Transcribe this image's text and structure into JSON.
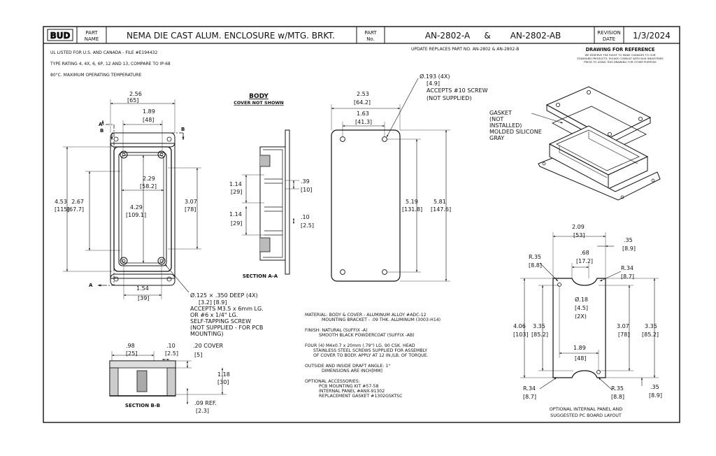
{
  "title_block": {
    "logo": "BUD",
    "part_name_label_1": "PART",
    "part_name_label_2": "NAME",
    "part_name": "NEMA DIE CAST ALUM. ENCLOSURE w/MTG. BRKT.",
    "part_no_label_1": "PART",
    "part_no_label_2": "No.",
    "part_no_a": "AN-2802-A",
    "part_no_amp": "&",
    "part_no_b": "AN-2802-AB",
    "revision_label_1": "REVISION",
    "revision_label_2": "DATE",
    "revision_date": "1/3/2024"
  },
  "notes_top": {
    "ul": "UL LISTED FOR U.S. AND CANADA - FILE #E194432",
    "type": "TYPE RATING 4, 4X, 6, 6P, 12 AND 13, COMPARE TO IP-68",
    "temp": "80°C. MAXIMUM OPERATING TEMPERATURE",
    "update": "UPDATE REPLACES PART NO. AN-2802 & AN-2802-B",
    "ref_title": "DRAWING FOR REFERENCE",
    "ref_1": "WE RESERVE THE RIGHT TO MAKE CHANGES TO OUR",
    "ref_2": "STANDARD PRODUCTS. PLEASE CONSULT WITH BUD INDUSTRIES",
    "ref_3": "PRIOR TO USING THIS DRAWING FOR OTHER PURPOSE"
  },
  "body_label": {
    "title": "BODY",
    "sub": "COVER NOT SHOWN"
  },
  "front_view": {
    "d_256": "2.56",
    "d_256m": "[65]",
    "d_189": "1.89",
    "d_189m": "[48]",
    "d_229": "2.29",
    "d_229m": "[58.2]",
    "d_429": "4.29",
    "d_429m": "[109.1]",
    "d_453": "4.53",
    "d_453m": "[115]",
    "d_267": "2.67",
    "d_267m": "[67.7]",
    "d_307": "3.07",
    "d_307m": "[78]",
    "d_154": "1.54",
    "d_154m": "[39]",
    "sec_a": "A",
    "sec_b": "B",
    "hole_1": "Ø.125 × .350 DEEP (4X)",
    "hole_2": "[3.2]      [8.9]",
    "hole_3": "ACCEPTS M3.5 x 6mm LG.",
    "hole_4": "OR #6 x 1/4\" LG.",
    "hole_5": "SELF-TAPPING SCREW",
    "hole_6": "(NOT SUPPLIED - FOR PCB",
    "hole_7": "MOUNTING)"
  },
  "section_aa": {
    "title": "SECTION A-A",
    "d_114a": "1.14",
    "d_114am": "[29]",
    "d_114b": "1.14",
    "d_114bm": "[29]",
    "d_39": ".39",
    "d_39m": "[10]",
    "d_10": ".10",
    "d_10m": "[2.5]"
  },
  "bracket_view": {
    "d_253": "2.53",
    "d_253m": "[64.2]",
    "d_163": "1.63",
    "d_163m": "[41.3]",
    "d_519": "5.19",
    "d_519m": "[131.8]",
    "d_581": "5.81",
    "d_581m": "[147.6]",
    "hole_1": "Ø.193 (4X)",
    "hole_2": "[4.9]",
    "hole_3": "ACCEPTS #10 SCREW",
    "hole_4": "(NOT SUPPLIED)"
  },
  "iso_view": {
    "gasket_1": "GASKET",
    "gasket_2": "(NOT",
    "gasket_3": "INSTALLED)",
    "gasket_4": "MOLDED SILICONE",
    "gasket_5": "GRAY"
  },
  "section_bb": {
    "title": "SECTION B-B",
    "d_98": ".98",
    "d_98m": "[25]",
    "d_10": ".10",
    "d_10m": "[2.5]",
    "d_20": ".20 COVER",
    "d_20m": "[5]",
    "d_118": "1.18",
    "d_118m": "[30]",
    "d_09": ".09  REF.",
    "d_09m": "[2.3]"
  },
  "notes_mid": {
    "mat_1": "MATERIAL: BODY & COVER - ALUMINUM ALLOY #ADC-12",
    "mat_2": "MOUNTING BRACKET - .09 THK. ALUMINUM (3003-H14)",
    "fin_1": "FINISH: NATURAL (SUFFIX -A)",
    "fin_2": "SMOOTH BLACK POWDERCOAT (SUFFIX -AB)",
    "four_1": "FOUR (4) M4x0.7 x 20mm (.79\") LG. 90 CSK. HEAD",
    "four_2": "STAINLESS STEEL SCREWS SUPPLIED FOR ASSEMBLY",
    "four_3": "OF COVER TO BODY. APPLY AT 12 IN./LB. OF TORQUE.",
    "draft_1": "OUTSIDE AND INSIDE DRAFT ANGLE: 1°",
    "draft_2": "DIMENSIONS ARE INCH[MM]",
    "opt_1": "OPTIONAL ACCESSORIES:",
    "opt_2": "PCB MOUNTING KIT #57-58",
    "opt_3": "INTERNAL PANEL #ANX-91302",
    "opt_4": "REPLACEMENT GASKET #1302GSKTSC"
  },
  "panel_view": {
    "d_209": "2.09",
    "d_209m": "[53]",
    "d_35t": ".35",
    "d_35tm": "[8.9]",
    "d_68": ".68",
    "d_68m": "[17.2]",
    "r35a": "R.35",
    "r35am": "[8.8]",
    "r34a": "R.34",
    "r34am": "[8.7]",
    "d_18": "Ø.18",
    "d_18m": "[4.5]",
    "d_18q": "(2X)",
    "d_406": "4.06",
    "d_406m": "[103]",
    "d_335a": "3.35",
    "d_335am": "[85.2]",
    "d_307": "3.07",
    "d_307m": "[78]",
    "d_335b": "3.35",
    "d_335bm": "[85.2]",
    "d_189": "1.89",
    "d_189m": "[48]",
    "r34b": "R.34",
    "r34bm": "[8.7]",
    "r35b": "R.35",
    "r35bm": "[8.8]",
    "d_35b": ".35",
    "d_35bm": "[8.9]",
    "caption_1": "OPTIONAL INTERNAL PANEL AND",
    "caption_2": "SUGGESTED PC BOARD LAYOUT"
  }
}
